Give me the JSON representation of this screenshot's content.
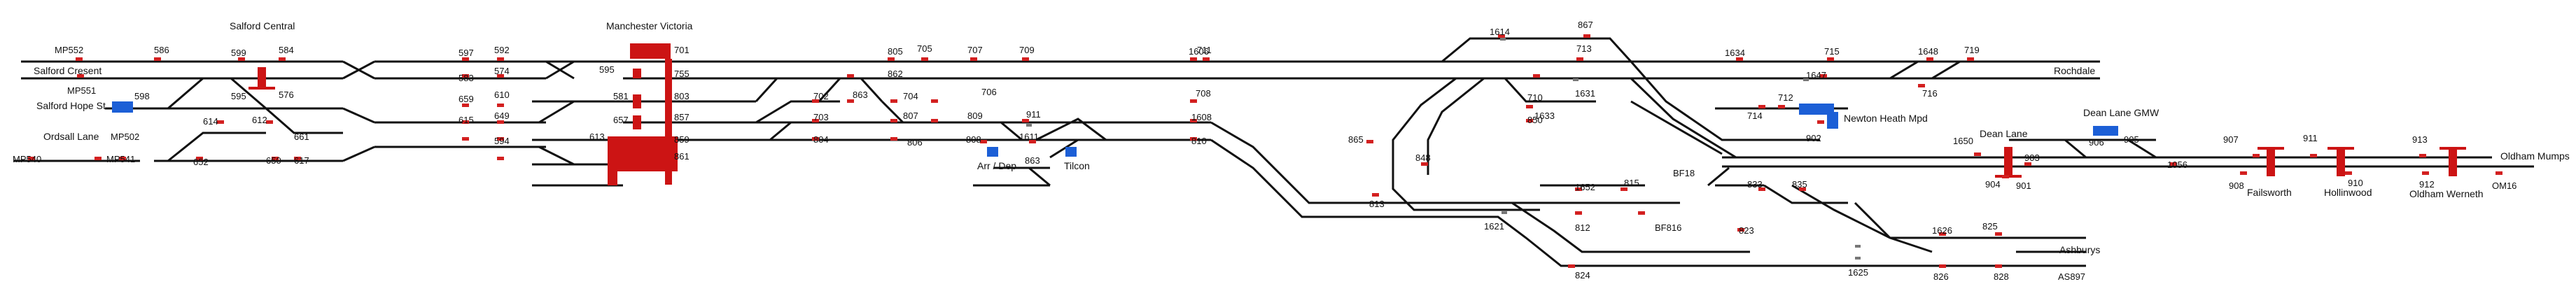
{
  "stations": {
    "salford_central": "Salford Central",
    "manchester_victoria": "Manchester Victoria",
    "salford_crescent": "Salford Cresent",
    "salford_hope_st": "Salford Hope St",
    "ordsall_lane": "Ordsall Lane",
    "rochdale": "Rochdale",
    "newton_heath_mpd": "Newton Heath Mpd",
    "dean_lane": "Dean Lane",
    "dean_lane_gmw": "Dean Lane GMW",
    "failsworth": "Failsworth",
    "hollinwood": "Hollinwood",
    "oldham_werneth": "Oldham Werneth",
    "oldham_mumps": "Oldham Mumps",
    "ashburys": "Ashburys",
    "arr_dep": "Arr / Dep",
    "tilcon": "Tilcon"
  },
  "signals": [
    "MP552",
    "586",
    "599",
    "584",
    "597",
    "592",
    "701",
    "805",
    "705",
    "707",
    "709",
    "1606",
    "711",
    "1614",
    "867",
    "713",
    "1634",
    "715",
    "1648",
    "719",
    "MP551",
    "598",
    "595",
    "576",
    "583",
    "574",
    "755",
    "862",
    "1631",
    "1647",
    "716",
    "612",
    "614",
    "659",
    "610",
    "702",
    "863",
    "704",
    "706",
    "708",
    "850",
    "714",
    "712",
    "902",
    "581",
    "803",
    "703",
    "807",
    "809",
    "911",
    "1608",
    "1633",
    "906",
    "905",
    "1056",
    "907",
    "911",
    "913",
    "MP540",
    "MP502",
    "MP541",
    "652",
    "650",
    "617",
    "615",
    "649",
    "594",
    "657",
    "857",
    "804",
    "806",
    "808",
    "1611",
    "810",
    "865",
    "1650",
    "903",
    "904",
    "901",
    "908",
    "910",
    "912",
    "OM16",
    "613",
    "859",
    "861",
    "848",
    "1652",
    "815",
    "813",
    "812",
    "BF816",
    "833",
    "835",
    "823",
    "1621",
    "1626",
    "825",
    "1625",
    "826",
    "828",
    "AS897",
    "824",
    "BF18",
    "863",
    "661"
  ],
  "labels": {
    "mp552": "MP552",
    "s586": "586",
    "s599": "599",
    "s584": "584",
    "s597": "597",
    "s592": "592",
    "s701": "701",
    "s805": "805",
    "s705": "705",
    "s707": "707",
    "s709": "709",
    "s1606": "1606",
    "s711": "711",
    "s1614": "1614",
    "s867": "867",
    "s713": "713",
    "s1634": "1634",
    "s715": "715",
    "s1648": "1648",
    "s719": "719",
    "mp551": "MP551",
    "s598": "598",
    "s595a": "595",
    "s576": "576",
    "s583": "583",
    "s574": "574",
    "s595b": "595",
    "s755": "755",
    "s862": "862",
    "s1631": "1631",
    "s1647": "1647",
    "s716": "716",
    "s612": "612",
    "s614": "614",
    "s659": "659",
    "s610": "610",
    "s581": "581",
    "s803": "803",
    "s702": "702",
    "s863a": "863",
    "s704": "704",
    "s706": "706",
    "s708": "708",
    "s710": "710",
    "s850": "850",
    "s714": "714",
    "s712": "712",
    "s902": "902",
    "s661": "661",
    "s615": "615",
    "s649": "649",
    "s657": "657",
    "s857": "857",
    "s703": "703",
    "s807": "807",
    "s809": "809",
    "s911a": "911",
    "s1608": "1608",
    "s1633": "1633",
    "s906": "906",
    "s905": "905",
    "s1056": "1056",
    "s907": "907",
    "s911b": "911",
    "s913": "913",
    "mp540": "MP540",
    "mp502": "MP502",
    "mp541": "MP541",
    "s652": "652",
    "s650": "650",
    "s617": "617",
    "s594": "594",
    "s613": "613",
    "s859": "859",
    "s861": "861",
    "s804": "804",
    "s806": "806",
    "s808": "808",
    "s1611": "1611",
    "s863b": "863",
    "s810": "810",
    "s865": "865",
    "s1650": "1650",
    "s903": "903",
    "s904": "904",
    "s901": "901",
    "s908": "908",
    "s910": "910",
    "s912": "912",
    "om16": "OM16",
    "s848": "848",
    "s1652": "1652",
    "s815": "815",
    "s813": "813",
    "s812": "812",
    "bf816": "BF816",
    "bf18": "BF18",
    "s833": "833",
    "s835": "835",
    "s823": "823",
    "s1621": "1621",
    "s1626": "1626",
    "s825": "825",
    "s1625": "1625",
    "s826": "826",
    "s828": "828",
    "as897": "AS897",
    "s824": "824"
  },
  "colors": {
    "track": "#111111",
    "signal": "#d32020",
    "platform": "#cc1414",
    "siding_block": "#1c5fd6"
  }
}
